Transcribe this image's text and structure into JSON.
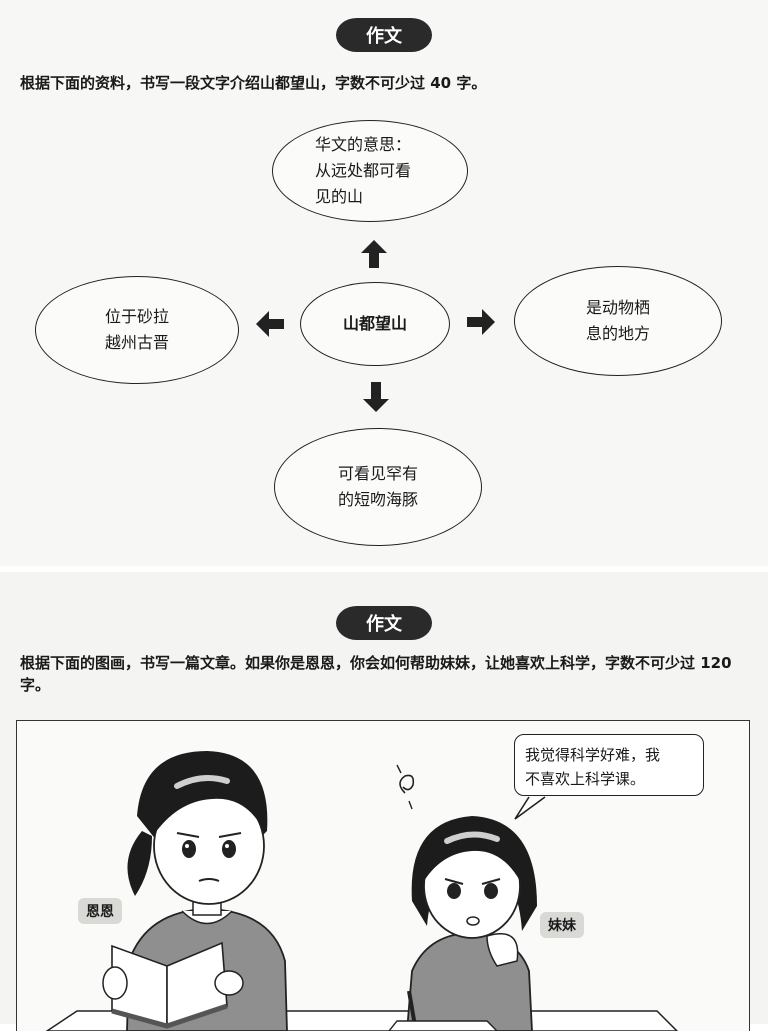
{
  "section1": {
    "badge": "作文",
    "instruction": "根据下面的资料，书写一段文字介绍山都望山，字数不可少过 40 字。",
    "center": "山都望山",
    "top_bubble": "华文的意思：\n从远处都可看\n见的山",
    "left_bubble": "位于砂拉\n越州古晋",
    "right_bubble": "是动物栖\n息的地方",
    "bottom_bubble": "可看见罕有\n的短吻海豚"
  },
  "section2": {
    "badge": "作文",
    "instruction": "根据下面的图画，书写一篇文章。如果你是恩恩，你会如何帮助妹妹，让她喜欢上科学，字数不可少过 120 字。",
    "speech": "我觉得科学好难，我\n不喜欢上科学课。",
    "label_left": "恩恩",
    "label_right": "妹妹"
  },
  "colors": {
    "ink": "#1a1a1a",
    "badge": "#2a2a2a",
    "paper": "#f7f7f5",
    "skin": "#ffffff",
    "shirt": "#8f8f8f",
    "hair": "#1c1c1c"
  }
}
